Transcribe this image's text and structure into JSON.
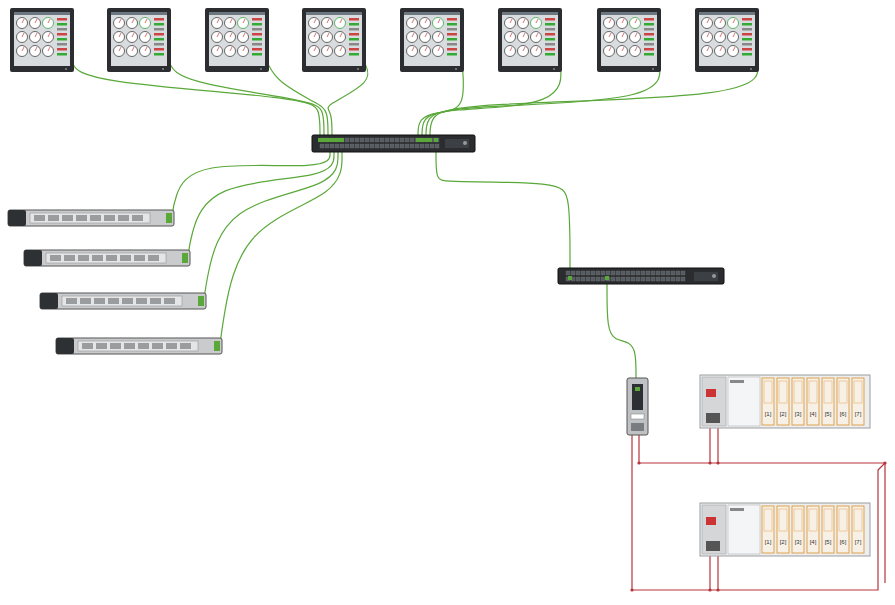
{
  "diagram": {
    "labels": [
      "[1]",
      "[2]",
      "[3]",
      "[4]",
      "[5]",
      "[6]",
      "[7]",
      "[1]",
      "[2]",
      "[3]",
      "[4]",
      "[5]",
      "[6]",
      "[7]"
    ]
  }
}
